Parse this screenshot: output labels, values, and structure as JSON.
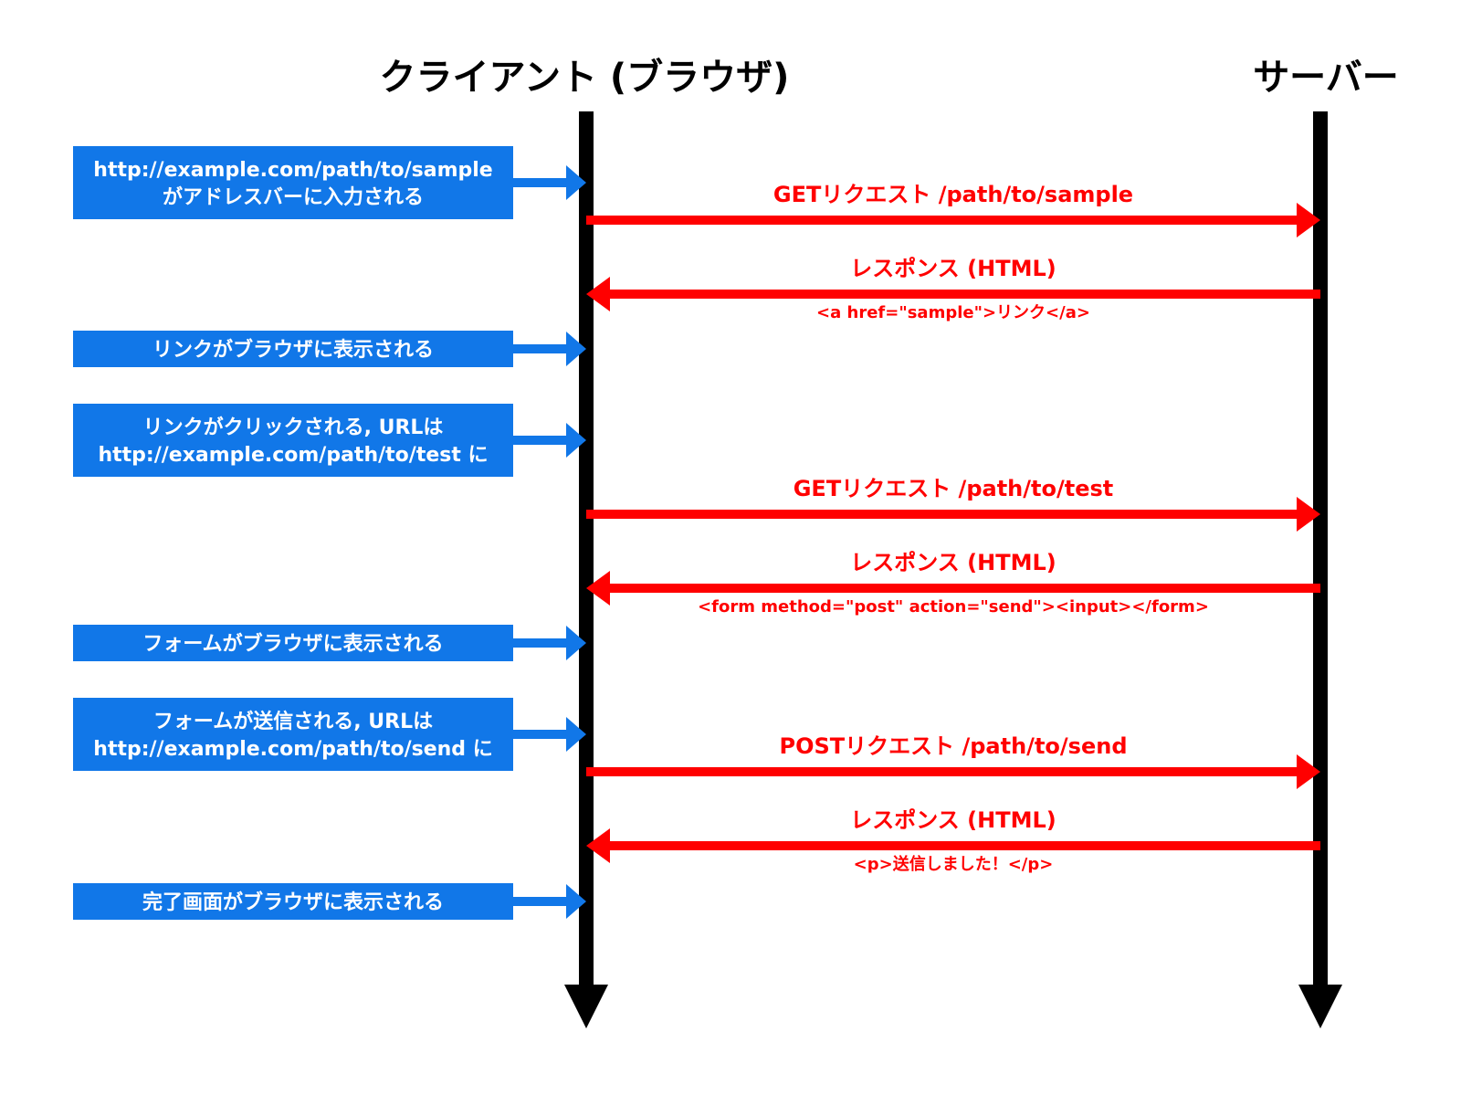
{
  "participants": {
    "client": "クライアント (ブラウザ)",
    "server": "サーバー"
  },
  "colors": {
    "lifeline": "#000000",
    "message": "#ff0000",
    "note_fill": "#1177e8",
    "note_text": "#ffffff"
  },
  "events": [
    {
      "kind": "note",
      "lines": [
        "http://example.com/path/to/sample",
        "がアドレスバーに入力される"
      ]
    },
    {
      "kind": "message",
      "direction": "to-server",
      "label": "GETリクエスト /path/to/sample",
      "payload": ""
    },
    {
      "kind": "message",
      "direction": "to-client",
      "label": "レスポンス (HTML)",
      "payload": "<a href=\"sample\">リンク</a>"
    },
    {
      "kind": "note",
      "lines": [
        "リンクがブラウザに表示される"
      ]
    },
    {
      "kind": "note",
      "lines": [
        "リンクがクリックされる, URLは",
        "http://example.com/path/to/test に"
      ]
    },
    {
      "kind": "message",
      "direction": "to-server",
      "label": "GETリクエスト /path/to/test",
      "payload": ""
    },
    {
      "kind": "message",
      "direction": "to-client",
      "label": "レスポンス (HTML)",
      "payload": "<form method=\"post\" action=\"send\"><input></form>"
    },
    {
      "kind": "note",
      "lines": [
        "フォームがブラウザに表示される"
      ]
    },
    {
      "kind": "note",
      "lines": [
        "フォームが送信される, URLは",
        "http://example.com/path/to/send に"
      ]
    },
    {
      "kind": "message",
      "direction": "to-server",
      "label": "POSTリクエスト /path/to/send",
      "payload": ""
    },
    {
      "kind": "message",
      "direction": "to-client",
      "label": "レスポンス (HTML)",
      "payload": "<p>送信しました！</p>"
    },
    {
      "kind": "note",
      "lines": [
        "完了画面がブラウザに表示される"
      ]
    }
  ]
}
